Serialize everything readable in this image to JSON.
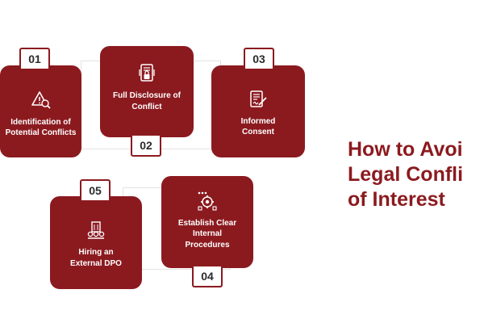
{
  "accent_color": "#8b1a1f",
  "title": {
    "line1": "How to Avoi",
    "line2": "Legal Confli",
    "line3": "of Interest"
  },
  "steps": [
    {
      "number": "01",
      "label": "Identification of Potential Conflicts",
      "icon": "warning-magnifier-icon"
    },
    {
      "number": "02",
      "label": "Full Disclosure of Conflict",
      "icon": "locked-document-icon"
    },
    {
      "number": "03",
      "label": "Informed Consent",
      "icon": "signed-document-icon"
    },
    {
      "number": "04",
      "label": "Establish Clear Internal Procedures",
      "icon": "process-gear-icon"
    },
    {
      "number": "05",
      "label": "Hiring an External DPO",
      "icon": "building-coins-icon"
    }
  ]
}
